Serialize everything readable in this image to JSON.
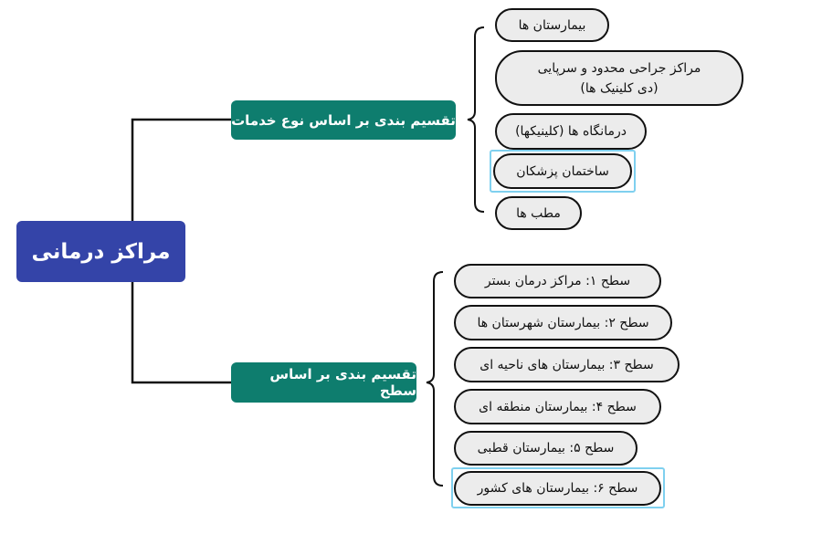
{
  "diagram": {
    "type": "mind-map",
    "colors": {
      "root": "#3444a8",
      "branch": "#0e7d6e",
      "leaf_fill": "#ececec",
      "leaf_border": "#111111",
      "highlight": "#7fd0ef",
      "connector": "#111111"
    },
    "root": {
      "label": "مراکز درمانی"
    },
    "branches": [
      {
        "label": "تقسیم بندی بر اساس نوع خدمات",
        "children": [
          {
            "label": "بیمارستان ها"
          },
          {
            "label": "مراکز جراحی محدود و سرپایی (دی کلینیک ها)"
          },
          {
            "label": "درمانگاه ها (کلینیکها)"
          },
          {
            "label": "ساختمان پزشکان",
            "highlighted": true
          },
          {
            "label": "مطب ها"
          }
        ]
      },
      {
        "label": "تقسیم بندی بر اساس سطح",
        "children": [
          {
            "label": "سطح ۱: مراکز درمان بستر"
          },
          {
            "label": "سطح ۲: بیمارستان شهرستان ها"
          },
          {
            "label": "سطح ۳: بیمارستان های ناحیه ای"
          },
          {
            "label": "سطح ۴: بیمارستان منطقه ای"
          },
          {
            "label": "سطح ۵: بیمارستان قطبی"
          },
          {
            "label": "سطح ۶: بیمارستان های کشور",
            "highlighted": true
          }
        ]
      }
    ]
  }
}
